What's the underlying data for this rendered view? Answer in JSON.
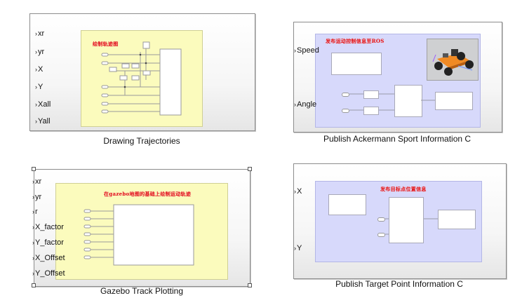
{
  "blocks": {
    "drawing": {
      "label": "Drawing Trajectories",
      "ports": [
        "xr",
        "yr",
        "X",
        "Y",
        "Xall",
        "Yall"
      ],
      "banner": "绘制轨迹图"
    },
    "ackermann": {
      "label": "Publish Ackermann Sport Information C",
      "ports": [
        "Speed",
        "Angle"
      ],
      "banner": "发布运动控制信息至ROS",
      "thumbnail": "robot-car-icon"
    },
    "gazebo": {
      "label": "Gazebo Track Plotting",
      "ports": [
        "xr",
        "yr",
        "r",
        "X_factor",
        "Y_factor",
        "X_Offset",
        "Y_Offset"
      ],
      "banner": "在gazebo地图的基础上绘制运动轨迹"
    },
    "target": {
      "label": "Publish Target Point Information C",
      "ports": [
        "X",
        "Y"
      ],
      "banner": "发布目标点位置信息"
    }
  },
  "colors": {
    "yellow_panel": "#fbfbbd",
    "blue_panel": "#d7d9fb",
    "banner_text": "#e0151b"
  }
}
